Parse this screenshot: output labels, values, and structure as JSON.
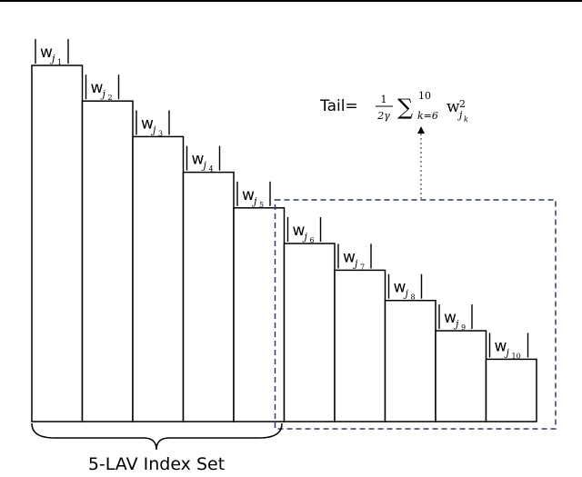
{
  "bars": [
    {
      "label_base": "w",
      "label_sub": "j",
      "label_subsub": "1",
      "magnitude": 10
    },
    {
      "label_base": "w",
      "label_sub": "j",
      "label_subsub": "2",
      "magnitude": 9
    },
    {
      "label_base": "w",
      "label_sub": "j",
      "label_subsub": "3",
      "magnitude": 8
    },
    {
      "label_base": "w",
      "label_sub": "j",
      "label_subsub": "4",
      "magnitude": 7
    },
    {
      "label_base": "w",
      "label_sub": "j",
      "label_subsub": "5",
      "magnitude": 6
    },
    {
      "label_base": "w",
      "label_sub": "j",
      "label_subsub": "6",
      "magnitude": 5
    },
    {
      "label_base": "w",
      "label_sub": "j",
      "label_subsub": "7",
      "magnitude": 4.25
    },
    {
      "label_base": "w",
      "label_sub": "j",
      "label_subsub": "8",
      "magnitude": 3.4
    },
    {
      "label_base": "w",
      "label_sub": "j",
      "label_subsub": "9",
      "magnitude": 2.55
    },
    {
      "label_base": "w",
      "label_sub": "j",
      "label_subsub": "10",
      "magnitude": 1.75
    }
  ],
  "tail": {
    "prefix": "Tail=",
    "frac_num": "1",
    "frac_den": "2γ",
    "sigma": "∑",
    "sum_upper": "10",
    "sum_lower": "k=6",
    "term_base": "w",
    "term_sub": "j",
    "term_subsub": "k",
    "term_sup": "2"
  },
  "brace_label": "5-LAV Index Set",
  "colors": {
    "bar_stroke": "#000000",
    "dashed_box": "#2f3f5f",
    "arrow": "#555555"
  }
}
